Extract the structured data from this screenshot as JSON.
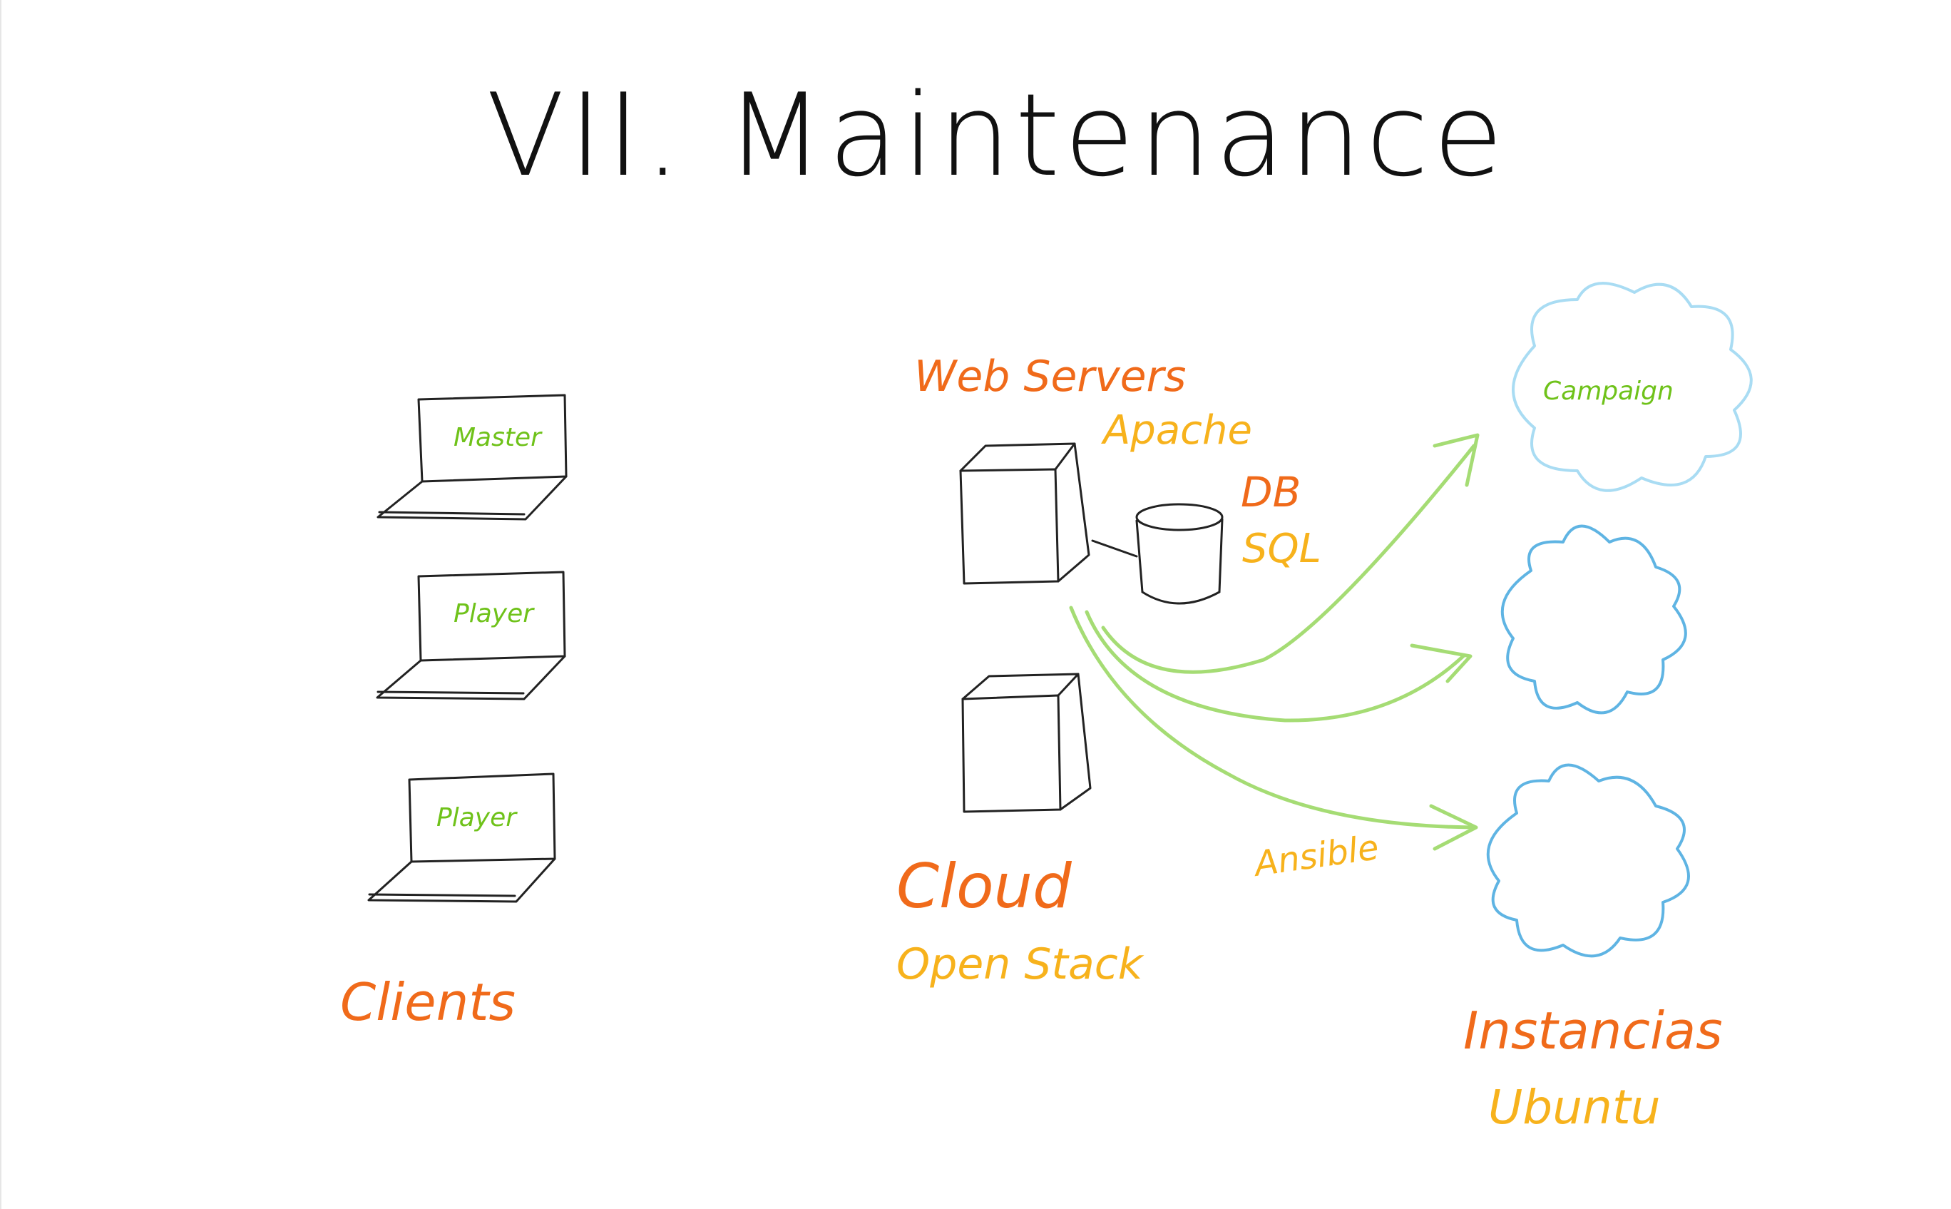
{
  "title": "VII. Maintenance",
  "clients": {
    "label": "Clients",
    "laptops": [
      "Master",
      "Player",
      "Player"
    ]
  },
  "web_servers": {
    "label": "Web Servers",
    "software": "Apache"
  },
  "database": {
    "label": "DB",
    "software": "SQL"
  },
  "cloud": {
    "label": "Cloud",
    "software": "Open Stack"
  },
  "connection_label": "Ansible",
  "instances": {
    "label": "Instancias",
    "software": "Ubuntu",
    "clouds": [
      "Campaign",
      "",
      ""
    ]
  },
  "colors": {
    "ink": "#111111",
    "orange": "#f06a1a",
    "yellow": "#f7b21c",
    "green": "#6fc21a",
    "arrow_green": "#a5dc74",
    "light_blue": "#a9dcf3",
    "blue": "#5fb4e3"
  }
}
